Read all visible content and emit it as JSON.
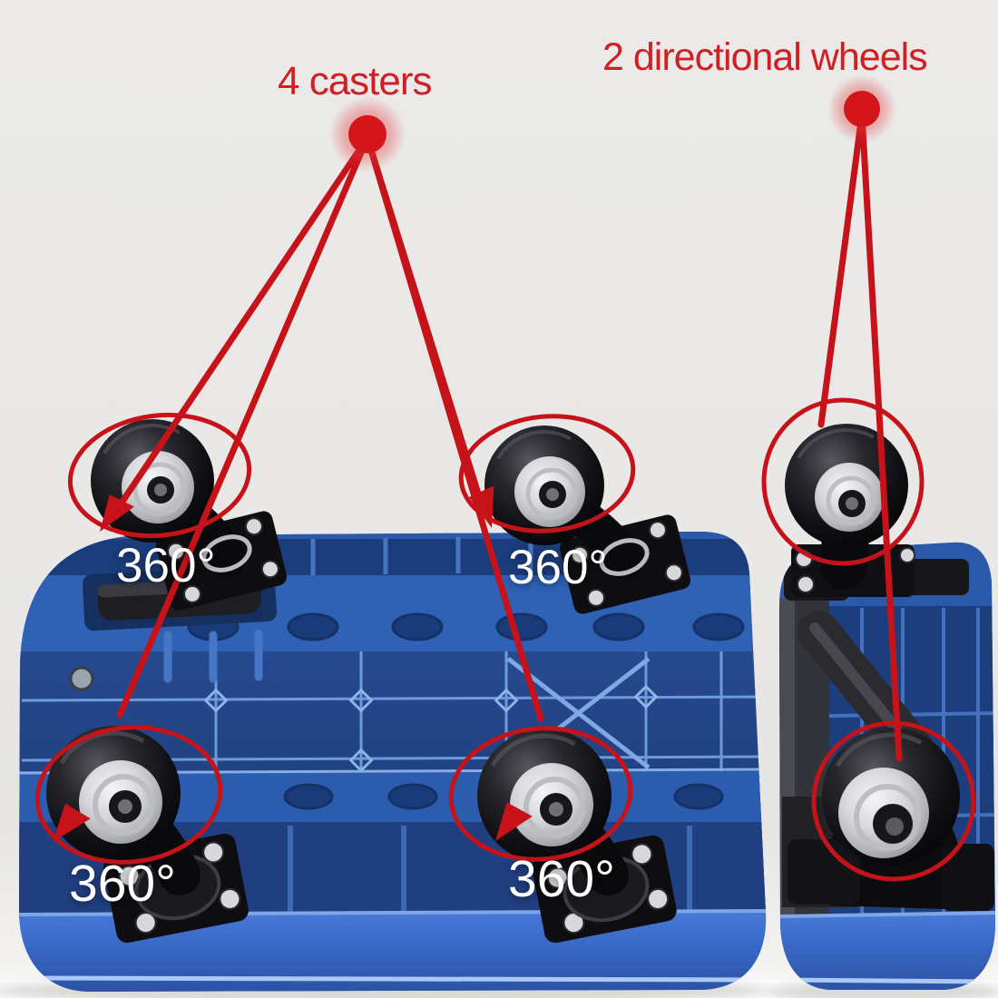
{
  "callouts": {
    "casters_label": "4 casters",
    "directional_label": "2 directional wheels",
    "rotation_labels": [
      "360°",
      "360°",
      "360°",
      "360°"
    ]
  },
  "colors": {
    "background": "#eae9e7",
    "floor": "#fbfbfa",
    "annotation_red": "#c8121a",
    "label_red": "#d02024",
    "deck_blue": "#2e5cb0",
    "deck_dark_blue": "#1c3d7c",
    "rib_light_blue": "#6d9bd9",
    "front_face_blue": "#3c6fce",
    "wheel_black": "#141417",
    "rim_silver": "#d6d8db",
    "rotation_text_color": "#ffffff"
  }
}
